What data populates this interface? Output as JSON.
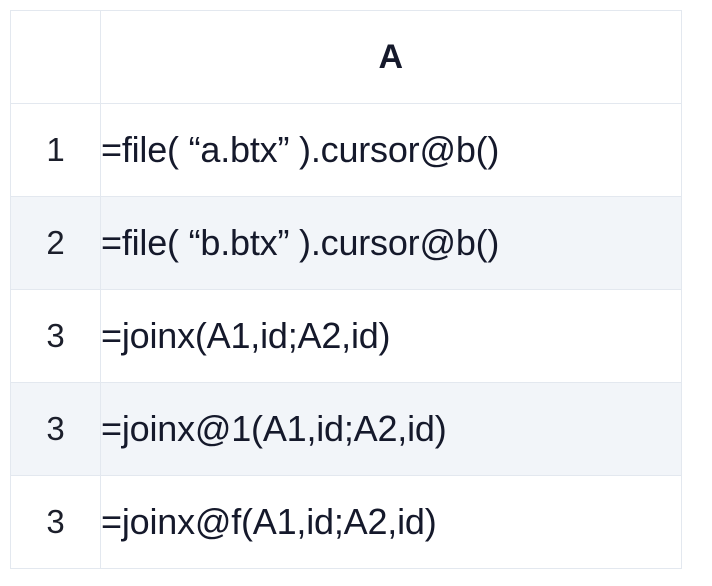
{
  "grid": {
    "columns": [
      {
        "key": "rownum",
        "label": ""
      },
      {
        "key": "A",
        "label": "A"
      }
    ],
    "rows": [
      {
        "number": "1",
        "A": "=file( “a.btx” ).cursor@b()"
      },
      {
        "number": "2",
        "A": "=file( “b.btx” ).cursor@b()"
      },
      {
        "number": "3",
        "A": "=joinx(A1,id;A2,id)"
      },
      {
        "number": "3",
        "A": "=joinx@1(A1,id;A2,id)"
      },
      {
        "number": "3",
        "A": "=joinx@f(A1,id;A2,id)"
      }
    ]
  },
  "colors": {
    "background": "#ffffff",
    "stripe": "#f2f5f9",
    "border": "#e3e8ef",
    "text": "#15192b"
  }
}
